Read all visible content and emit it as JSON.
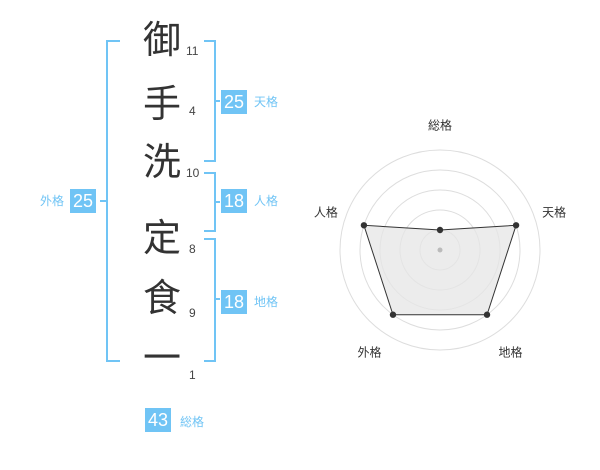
{
  "name_chars": [
    {
      "char": "御",
      "strokes": "11"
    },
    {
      "char": "手",
      "strokes": "4"
    },
    {
      "char": "洗",
      "strokes": "10"
    },
    {
      "char": "定",
      "strokes": "8"
    },
    {
      "char": "食",
      "strokes": "9"
    },
    {
      "char": "一",
      "strokes": "1"
    }
  ],
  "scores": {
    "tenkaku": {
      "value": "25",
      "label": "天格"
    },
    "jinkaku": {
      "value": "18",
      "label": "人格"
    },
    "chikaku": {
      "value": "18",
      "label": "地格"
    },
    "gaikaku": {
      "value": "25",
      "label": "外格"
    },
    "soukaku": {
      "value": "43",
      "label": "総格"
    }
  },
  "chart_data": {
    "type": "radar",
    "axes": [
      "総格",
      "天格",
      "地格",
      "外格",
      "人格"
    ],
    "values": [
      1,
      4,
      4,
      4,
      4
    ],
    "max": 5,
    "rings": 5
  },
  "colors": {
    "accent": "#70c4f5",
    "fill": "#eeeeee",
    "line": "#333333"
  }
}
